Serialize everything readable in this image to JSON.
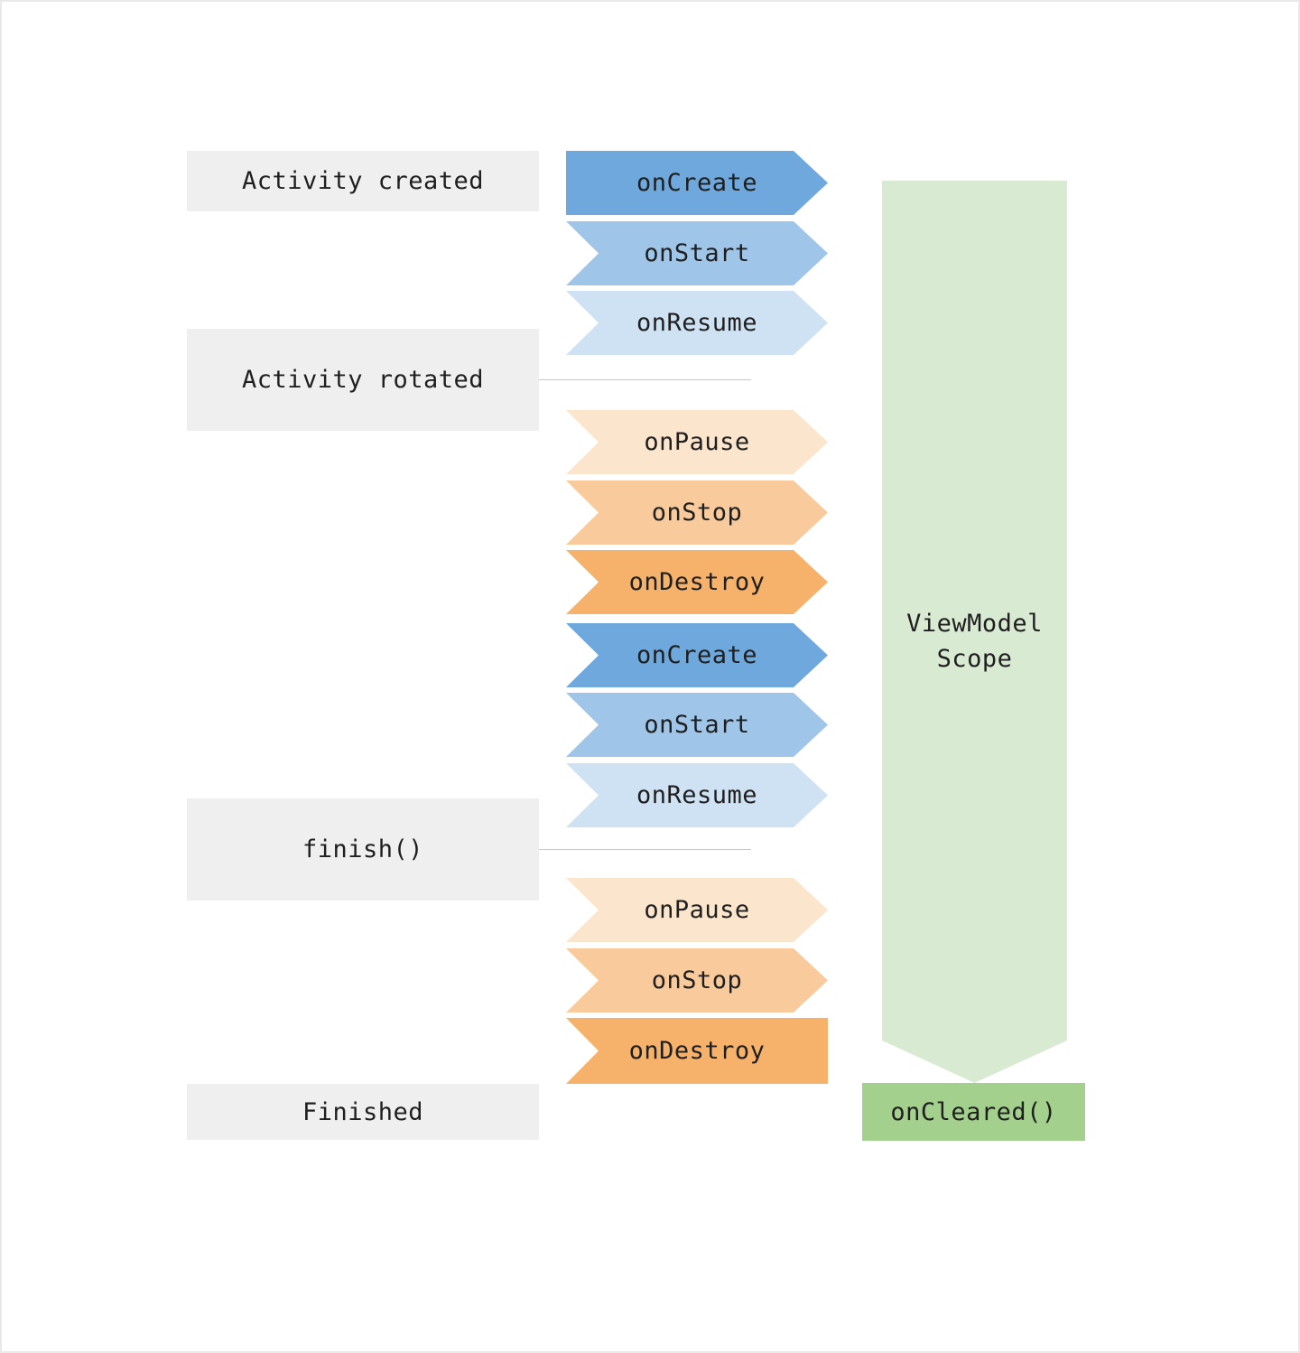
{
  "diagram": {
    "type": "lifecycle-diagram",
    "subject": "Android ViewModel lifecycle"
  },
  "states": {
    "activity_created": "Activity created",
    "activity_rotated": "Activity rotated",
    "finish": "finish()",
    "finished": "Finished"
  },
  "banners": [
    {
      "label": "onCreate",
      "color": "#6fa8dc",
      "group": "created"
    },
    {
      "label": "onStart",
      "color": "#9fc5e8",
      "group": "created"
    },
    {
      "label": "onResume",
      "color": "#cfe2f3",
      "group": "created"
    },
    {
      "label": "onPause",
      "color": "#fce5cd",
      "group": "rotated"
    },
    {
      "label": "onStop",
      "color": "#f9cb9c",
      "group": "rotated"
    },
    {
      "label": "onDestroy",
      "color": "#f6b26b",
      "group": "rotated"
    },
    {
      "label": "onCreate",
      "color": "#6fa8dc",
      "group": "rotated"
    },
    {
      "label": "onStart",
      "color": "#9fc5e8",
      "group": "rotated"
    },
    {
      "label": "onResume",
      "color": "#cfe2f3",
      "group": "rotated"
    },
    {
      "label": "onPause",
      "color": "#fce5cd",
      "group": "finish"
    },
    {
      "label": "onStop",
      "color": "#f9cb9c",
      "group": "finish"
    },
    {
      "label": "onDestroy",
      "color": "#f6b26b",
      "group": "finish"
    }
  ],
  "scope": {
    "line1": "ViewModel",
    "line2": "Scope",
    "color": "#d9ead3"
  },
  "oncleared": {
    "label": "onCleared()",
    "color": "#a3d08d"
  },
  "ui_colors": {
    "state_box_bg": "#efefef",
    "text": "#1f1f1f",
    "divider": "#c6c6c6",
    "page_bg": "#ffffff"
  }
}
